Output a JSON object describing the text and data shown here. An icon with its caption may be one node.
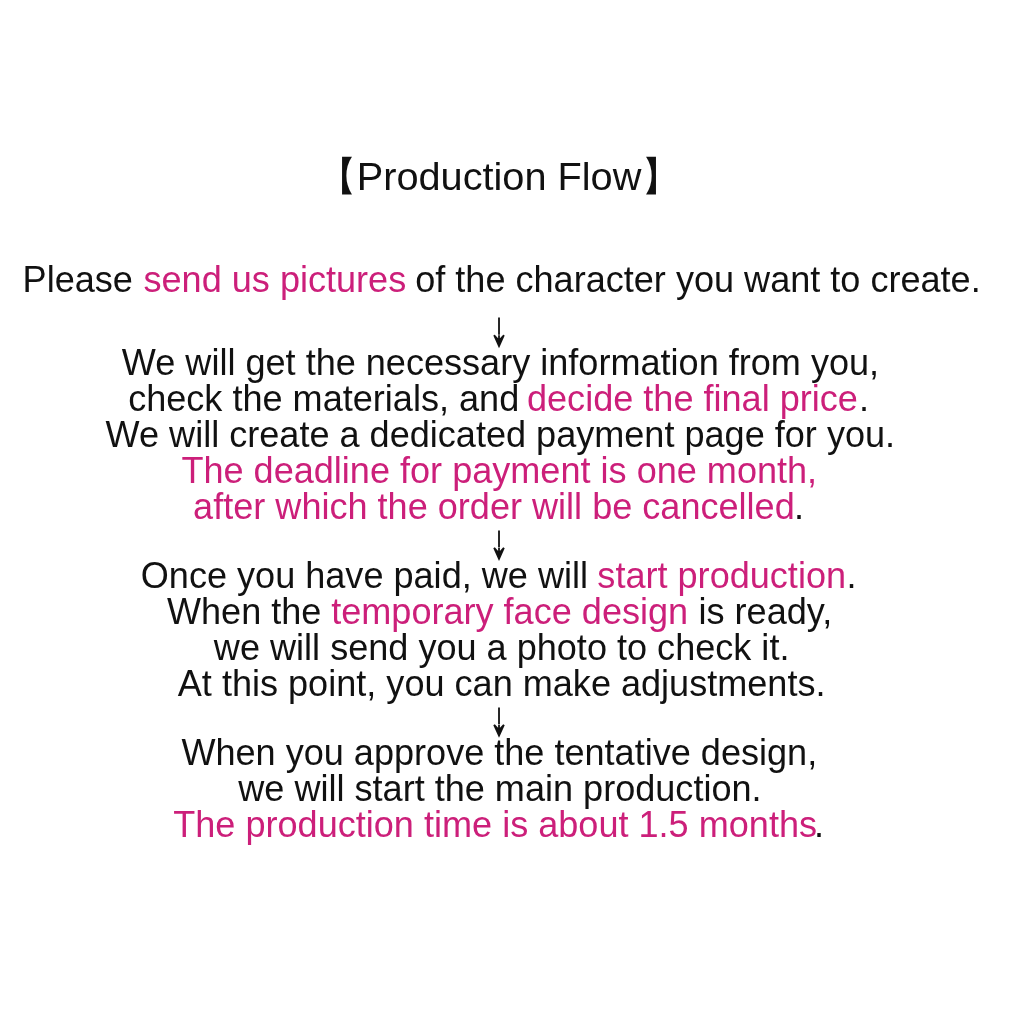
{
  "diagram": {
    "title": "【Production Flow】",
    "nodes": [
      {
        "text": [
          "Please **send us pictures** of the character you want to create."
        ]
      },
      {
        "text": [
          "We will get the necessary information from you, check the materials, and **decide the final price**.",
          "We will create a dedicated payment page for you.",
          "**The deadline for payment is one month, after which the order will be cancelled**."
        ]
      },
      {
        "text": [
          "Once you have paid, we will **start production**.",
          "When the **temporary face design** is ready, we will send you a photo to check it.",
          "At this point, you can make adjustments."
        ]
      },
      {
        "text": [
          "When you approve the tentative design, we will start the main production.",
          "**The production time is about 1.5 months**."
        ]
      }
    ],
    "edges": [
      {
        "from": 0,
        "to": 1,
        "arrow": "to"
      },
      {
        "from": 1,
        "to": 2,
        "arrow": "to"
      },
      {
        "from": 2,
        "to": 3,
        "arrow": "to"
      }
    ]
  }
}
